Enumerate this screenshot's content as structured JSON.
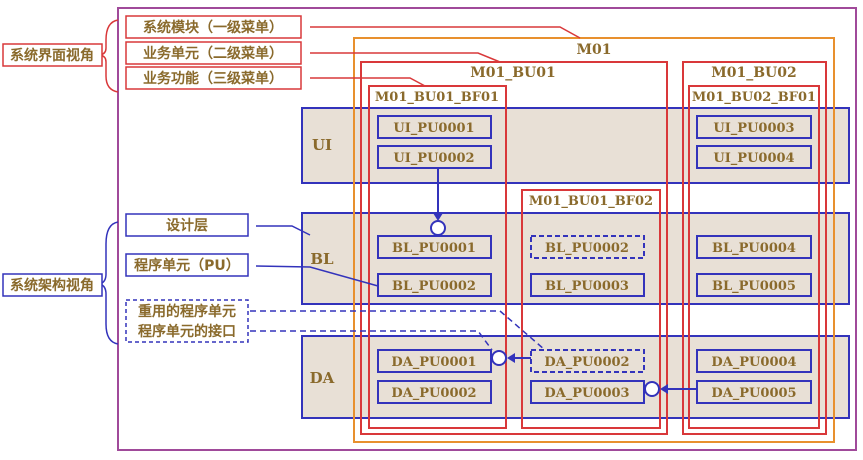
{
  "left_labels": {
    "ui_view": "系统界面视角",
    "arch_view": "系统架构视角"
  },
  "menu_legend": [
    "系统模块（一级菜单）",
    "业务单元（二级菜单）",
    "业务功能（三级菜单）"
  ],
  "arch_legend": {
    "design_layer": "设计层",
    "program_unit": "程序单元（PU）",
    "reused_pu": "重用的程序单元",
    "pu_interface": "程序单元的接口"
  },
  "module": "M01",
  "business_units": [
    "M01_BU01",
    "M01_BU02"
  ],
  "business_functions": [
    "M01_BU01_BF01",
    "M01_BU01_BF02",
    "M01_BU02_BF01"
  ],
  "layers": [
    "UI",
    "BL",
    "DA"
  ],
  "units": {
    "ui": [
      "UI_PU0001",
      "UI_PU0002",
      "UI_PU0003",
      "UI_PU0004"
    ],
    "bl": [
      "BL_PU0001",
      "BL_PU0002",
      "BL_PU0002",
      "BL_PU0003",
      "BL_PU0004",
      "BL_PU0005"
    ],
    "da": [
      "DA_PU0001",
      "DA_PU0002",
      "DA_PU0002",
      "DA_PU0003",
      "DA_PU0004",
      "DA_PU0005"
    ]
  },
  "colors": {
    "module_border": "#e8902e",
    "bu_border": "#d9383a",
    "layer_border": "#3333bb",
    "layer_fill": "#e8e0d6",
    "outer_frame": "#a04a9a",
    "text": "#8a6a2c"
  }
}
